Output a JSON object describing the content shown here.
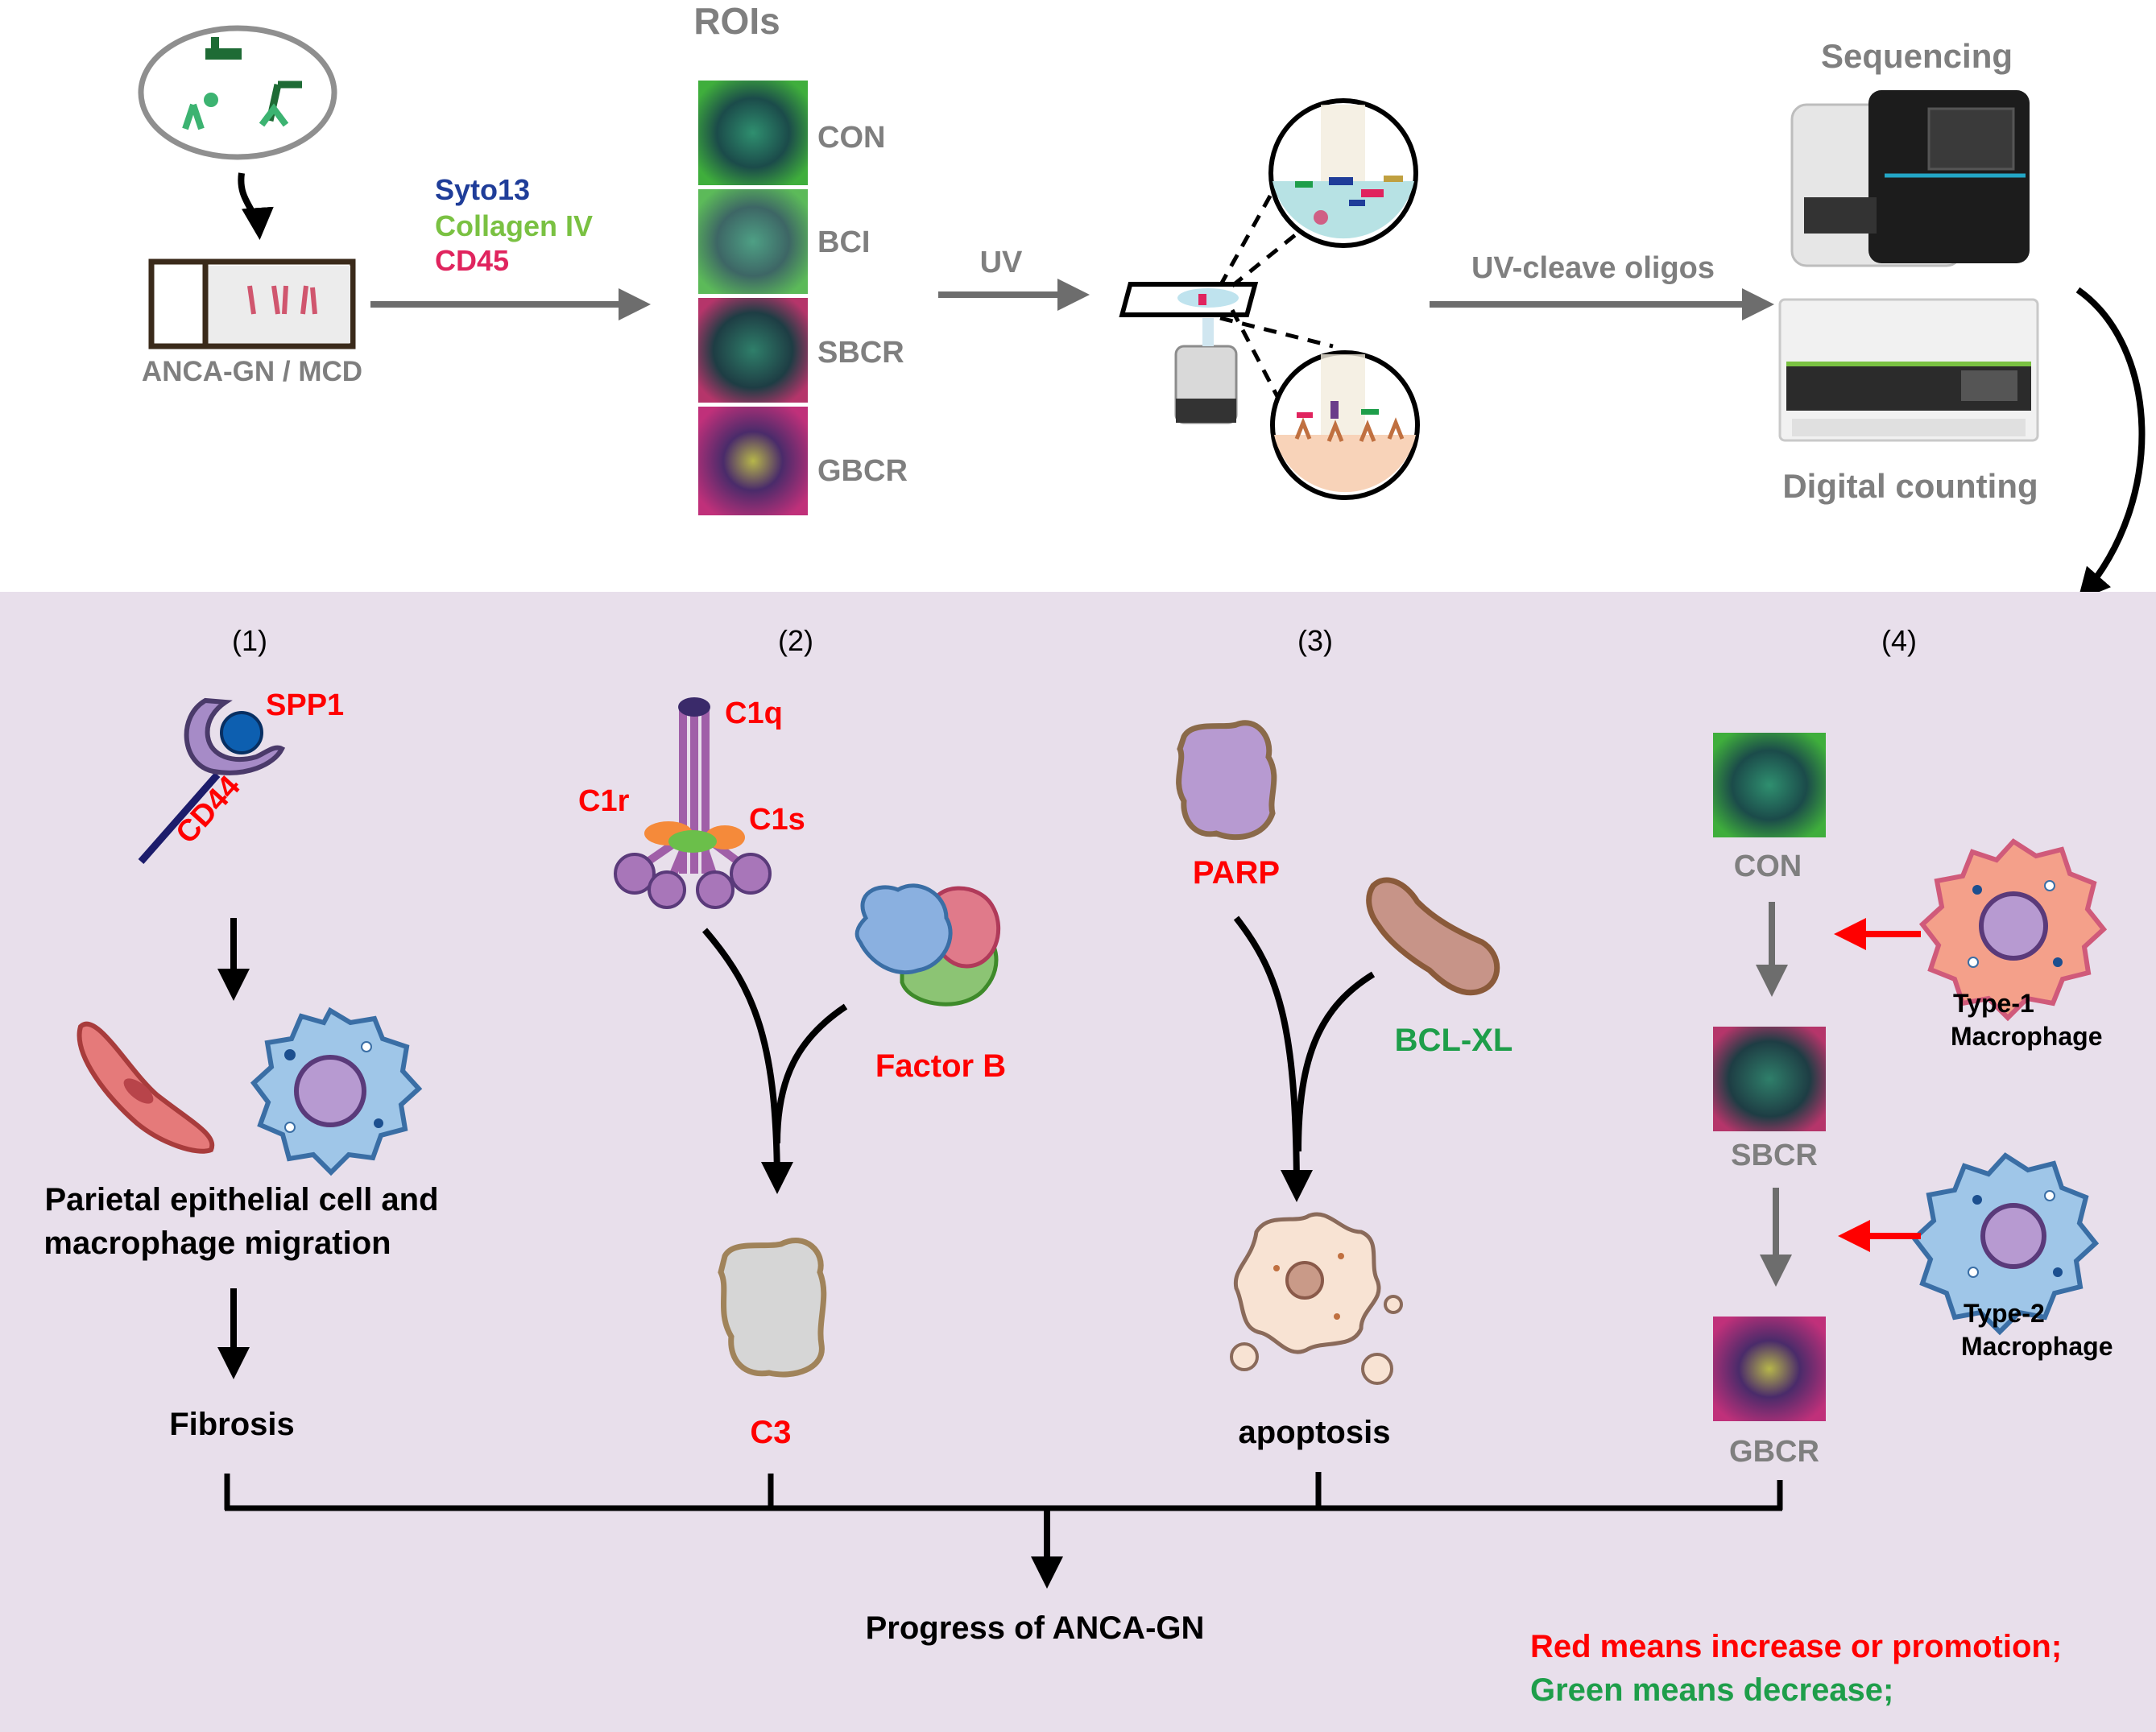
{
  "top": {
    "sample_label": "ANCA-GN / MCD",
    "stains": [
      "Syto13",
      "Collagen IV",
      "CD45"
    ],
    "stain_colors": [
      "#1f3d99",
      "#7ac142",
      "#e0245e"
    ],
    "rois_title": "ROIs",
    "rois": [
      "CON",
      "BCI",
      "SBCR",
      "GBCR"
    ],
    "uv_label": "UV",
    "cleave_label": "UV-cleave oligos",
    "sequencing_label": "Sequencing",
    "counting_label": "Digital counting"
  },
  "bottom": {
    "panel1": {
      "number": "(1)",
      "ligand": "SPP1",
      "receptor": "CD44",
      "migration_line1": "Parietal epithelial cell and",
      "migration_line2": "macrophage migration",
      "outcome": "Fibrosis"
    },
    "panel2": {
      "number": "(2)",
      "c1q": "C1q",
      "c1r": "C1r",
      "c1s": "C1s",
      "factor_b": "Factor B",
      "outcome": "C3"
    },
    "panel3": {
      "number": "(3)",
      "parp": "PARP",
      "bclxl": "BCL-XL",
      "outcome": "apoptosis"
    },
    "panel4": {
      "number": "(4)",
      "rois": [
        "CON",
        "SBCR",
        "GBCR"
      ],
      "type1_line1": "Type-1",
      "type1_line2": "Macrophage",
      "type2_line1": "Type-2",
      "type2_line2": "Macrophage"
    },
    "final": "Progress of ANCA-GN",
    "legend_red": "Red means increase or promotion;",
    "legend_green": "Green means decrease;"
  },
  "colors": {
    "increase": "#ff0000",
    "decrease": "#1e9e4a",
    "panel_bg": "#e8dfeb",
    "gray_text": "#7f7f7f"
  }
}
